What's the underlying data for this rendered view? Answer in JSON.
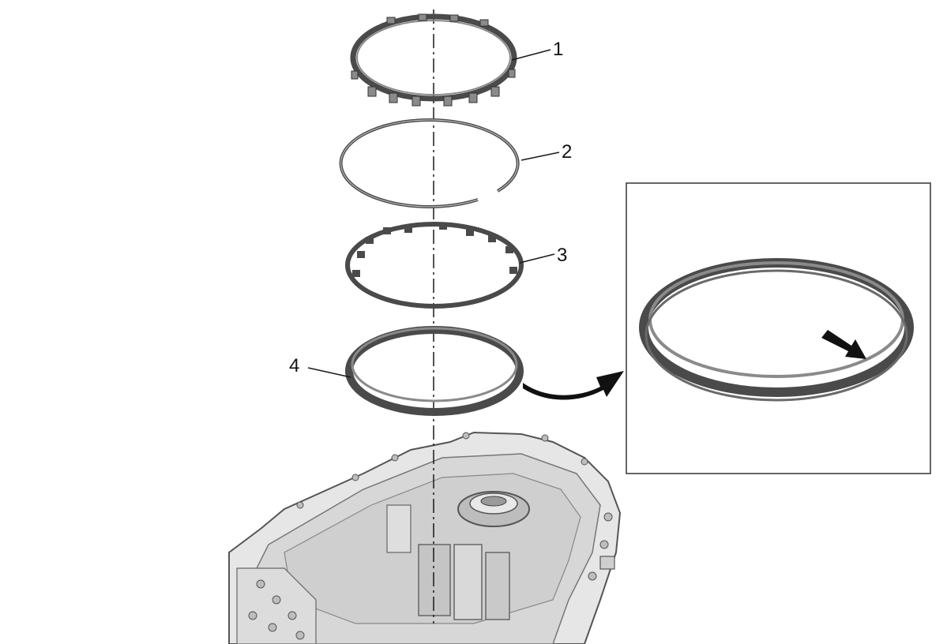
{
  "callouts": [
    {
      "id": "1",
      "label": "1"
    },
    {
      "id": "2",
      "label": "2"
    },
    {
      "id": "3",
      "label": "3"
    },
    {
      "id": "4",
      "label": "4"
    }
  ],
  "colors": {
    "line": "#1a1a1a",
    "ring_dark": "#4a4a4a",
    "ring_mid": "#8a8a8a",
    "housing_light": "#e6e6e6",
    "housing_shadow": "#b5b5b5",
    "inset_border": "#333333"
  },
  "icons": {
    "detail_arrow": "curved-arrow-icon",
    "pointer": "pointer-arrow-icon"
  }
}
